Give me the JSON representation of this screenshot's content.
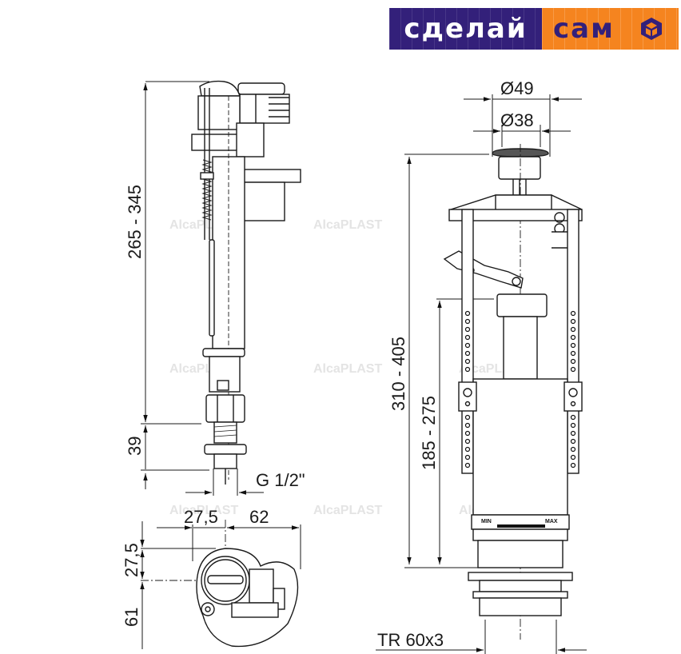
{
  "logo": {
    "word_left": "сделай",
    "word_right": "сам",
    "mark_icon": "cube-logo-icon",
    "colors": {
      "left_bg": "#33207a",
      "right_bg": "#f5841f",
      "left_text": "#ffffff",
      "right_text": "#33207a"
    }
  },
  "watermark": "AlcaPLAST",
  "fill_valve": {
    "height_range": "265 - 345",
    "connection_height": "39",
    "thread": "G 1/2\""
  },
  "top_view": {
    "offset_left": "27,5",
    "width_right": "62",
    "offset_vertical": "27,5",
    "depth": "61"
  },
  "flush_valve": {
    "button_outer_diameter": "Ø49",
    "button_inner_diameter": "Ø38",
    "height_range": "310 - 405",
    "overflow_range": "185 - 275",
    "thread": "TR 60x3",
    "scale_min": "MIN",
    "scale_max": "MAX"
  }
}
